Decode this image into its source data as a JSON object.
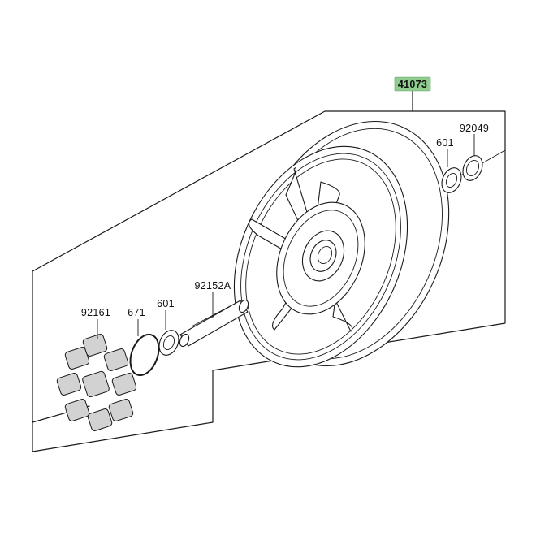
{
  "parts": {
    "assembly": {
      "number": "41073",
      "highlight_color": "#8fce8f"
    },
    "seal_right": {
      "number": "92049"
    },
    "bearing_right": {
      "number": "601"
    },
    "spacer": {
      "number": "92152A"
    },
    "bearing_left": {
      "number": "601"
    },
    "oring": {
      "number": "671"
    },
    "damper": {
      "number": "92161"
    }
  }
}
